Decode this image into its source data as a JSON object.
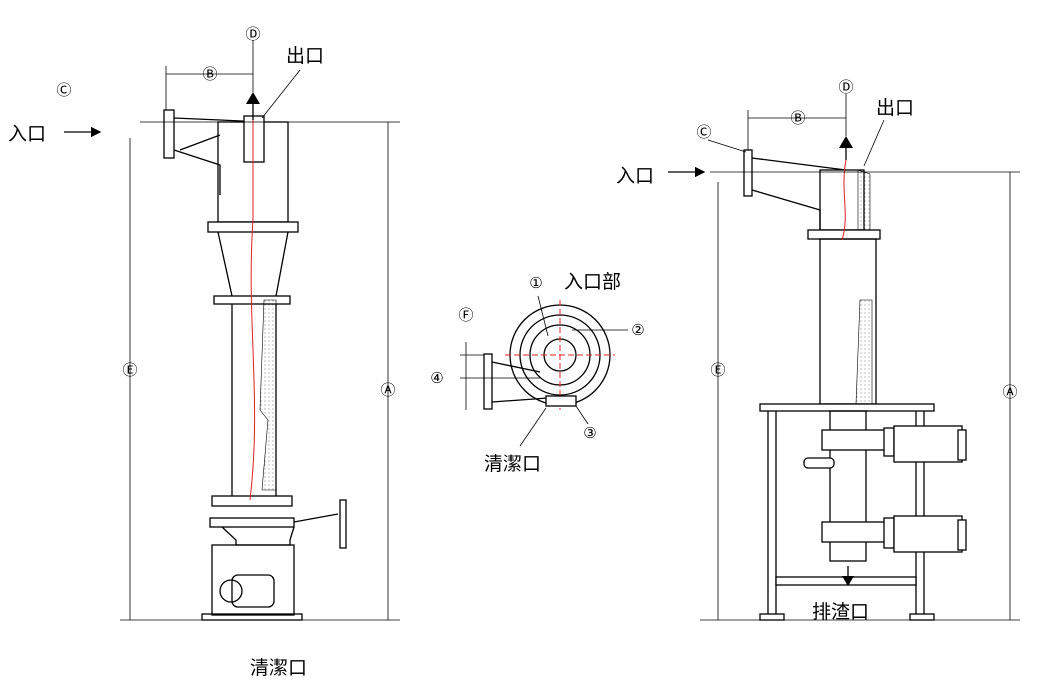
{
  "labels": {
    "inlet": "入口",
    "outlet": "出口",
    "cleanout": "清潔口",
    "inlet_section": "入口部",
    "slag_outlet": "排渣口"
  },
  "markers": {
    "A": "Ⓐ",
    "B": "Ⓑ",
    "C": "Ⓒ",
    "D": "Ⓓ",
    "E": "Ⓔ",
    "F": "Ⓕ",
    "n1": "①",
    "n2": "②",
    "n3": "③",
    "n4": "④"
  },
  "colors": {
    "line": "#000000",
    "centerline": "#e02020"
  }
}
